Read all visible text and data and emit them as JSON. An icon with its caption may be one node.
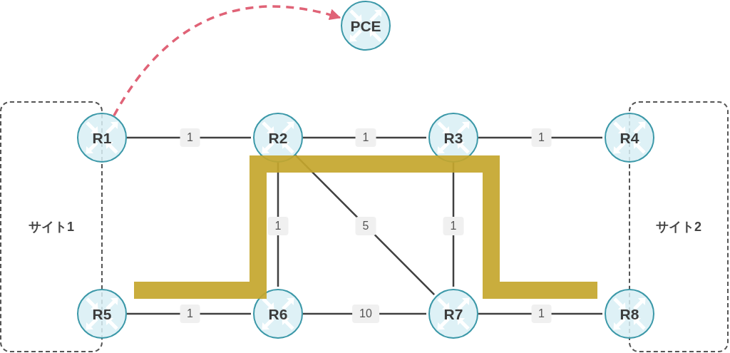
{
  "diagram": {
    "nodes": [
      {
        "text": [
          "PCE"
        ]
      },
      {
        "text": [
          "R1"
        ]
      },
      {
        "text": [
          "R2"
        ]
      },
      {
        "text": [
          "R3"
        ]
      },
      {
        "text": [
          "R4"
        ]
      },
      {
        "text": [
          "R5"
        ]
      },
      {
        "text": [
          "R6"
        ]
      },
      {
        "text": [
          "R7"
        ]
      },
      {
        "text": [
          "R8"
        ]
      },
      {
        "text": [
          "サイト1"
        ]
      },
      {
        "text": [
          "サイト2"
        ]
      }
    ],
    "edges": [
      {
        "from": 1,
        "to": 0,
        "arrow": "to",
        "style": "dashed",
        "color": "#e06377"
      },
      {
        "from": 1,
        "to": 2,
        "arrow": "none",
        "label": "1"
      },
      {
        "from": 2,
        "to": 3,
        "arrow": "none",
        "label": "1"
      },
      {
        "from": 3,
        "to": 4,
        "arrow": "none",
        "label": "1"
      },
      {
        "from": 2,
        "to": 6,
        "arrow": "none",
        "label": "1"
      },
      {
        "from": 2,
        "to": 7,
        "arrow": "none",
        "label": "5"
      },
      {
        "from": 3,
        "to": 7,
        "arrow": "none",
        "label": "1"
      },
      {
        "from": 5,
        "to": 6,
        "arrow": "none",
        "label": "1"
      },
      {
        "from": 6,
        "to": 7,
        "arrow": "none",
        "label": "10"
      },
      {
        "from": 7,
        "to": 8,
        "arrow": "none",
        "label": "1"
      }
    ]
  }
}
